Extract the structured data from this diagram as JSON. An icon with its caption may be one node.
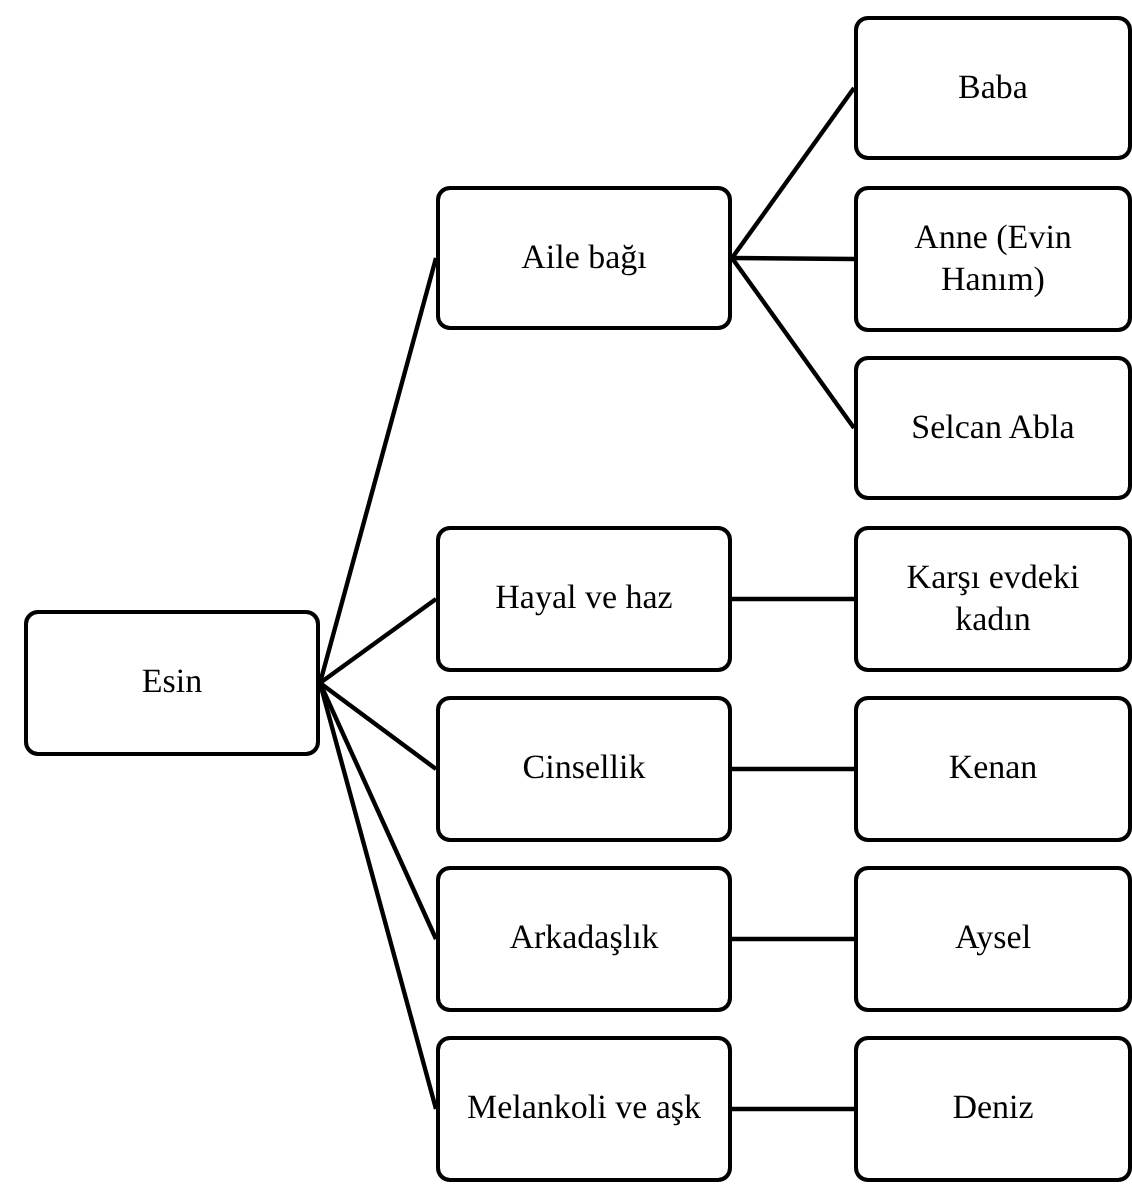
{
  "diagram": {
    "nodes": [
      {
        "text": [
          "Esin"
        ]
      },
      {
        "text": [
          "Aile bağı"
        ]
      },
      {
        "text": [
          "Baba"
        ]
      },
      {
        "text": [
          "Anne (Evin Hanım)"
        ]
      },
      {
        "text": [
          "Selcan Abla"
        ]
      },
      {
        "text": [
          "Hayal ve haz"
        ]
      },
      {
        "text": [
          "Karşı evdeki kadın"
        ]
      },
      {
        "text": [
          "Cinsellik"
        ]
      },
      {
        "text": [
          "Kenan"
        ]
      },
      {
        "text": [
          "Arkadaşlık"
        ]
      },
      {
        "text": [
          "Aysel"
        ]
      },
      {
        "text": [
          "Melankoli ve aşk"
        ]
      },
      {
        "text": [
          "Deniz"
        ]
      }
    ],
    "edges": [
      {
        "from": 0,
        "to": 1,
        "arrow": "none"
      },
      {
        "from": 0,
        "to": 5,
        "arrow": "none"
      },
      {
        "from": 0,
        "to": 7,
        "arrow": "none"
      },
      {
        "from": 0,
        "to": 9,
        "arrow": "none"
      },
      {
        "from": 0,
        "to": 11,
        "arrow": "none"
      },
      {
        "from": 1,
        "to": 2,
        "arrow": "none"
      },
      {
        "from": 1,
        "to": 3,
        "arrow": "none"
      },
      {
        "from": 1,
        "to": 4,
        "arrow": "none"
      },
      {
        "from": 5,
        "to": 6,
        "arrow": "none"
      },
      {
        "from": 7,
        "to": 8,
        "arrow": "none"
      },
      {
        "from": 9,
        "to": 10,
        "arrow": "none"
      },
      {
        "from": 11,
        "to": 12,
        "arrow": "none"
      }
    ]
  }
}
